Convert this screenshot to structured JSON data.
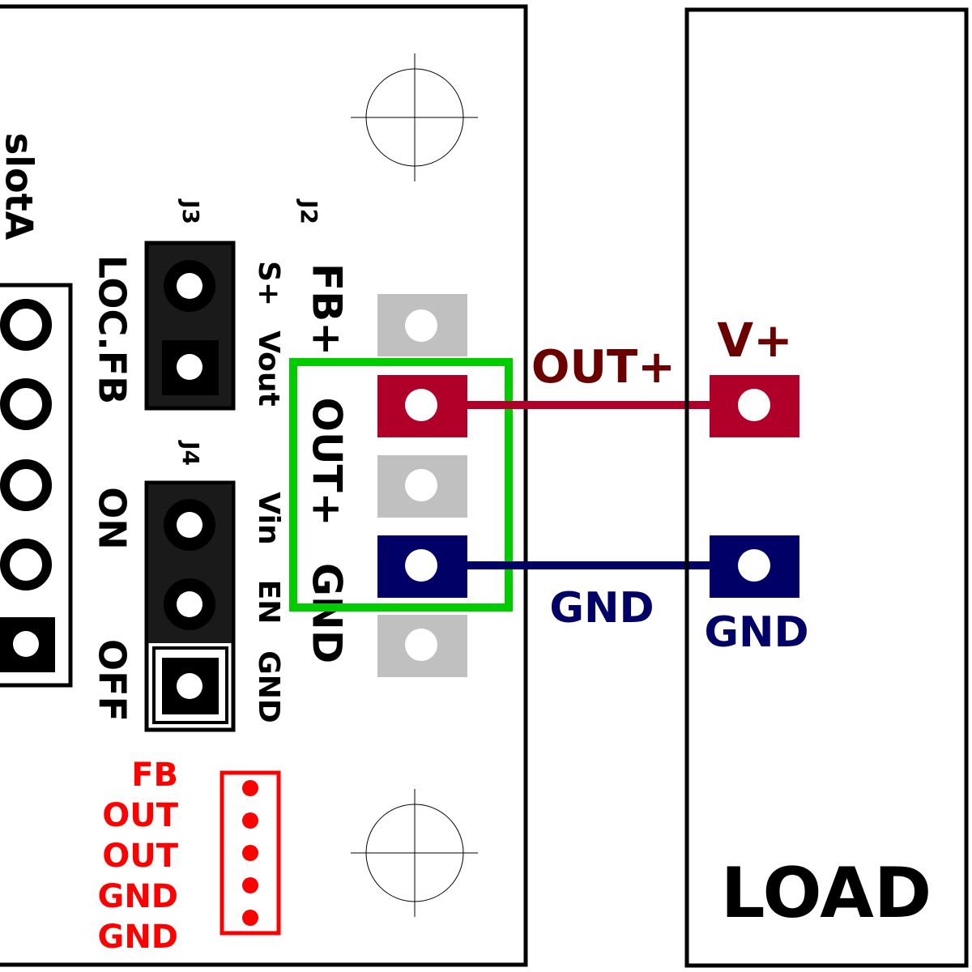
{
  "board": {
    "slot_label": "slotA",
    "j3": {
      "ref": "J3",
      "label": "LOC.FB",
      "pins": [
        "S+",
        "Vout"
      ]
    },
    "j2": {
      "ref": "J2",
      "pins": [
        "FB+",
        "OUT+",
        "GND"
      ]
    },
    "j4": {
      "ref": "J4",
      "options": [
        "ON",
        "OFF"
      ],
      "pins": [
        "Vin",
        "EN",
        "GND"
      ]
    }
  },
  "wires": {
    "out_label": "OUT+",
    "gnd_label": "GND"
  },
  "load": {
    "title": "LOAD",
    "vplus": "V+",
    "gnd": "GND"
  },
  "legend": {
    "items": [
      "FB",
      "OUT",
      "OUT",
      "GND",
      "GND"
    ]
  },
  "colors": {
    "outline": "#000000",
    "positive_pad": "#b0002a",
    "positive_text": "#6b0000",
    "ground": "#000066",
    "unused_pad": "#c0c0c0",
    "highlight": "#00cc00",
    "legend": "#ff0000",
    "jumper_fill": "#1a1a1a"
  }
}
